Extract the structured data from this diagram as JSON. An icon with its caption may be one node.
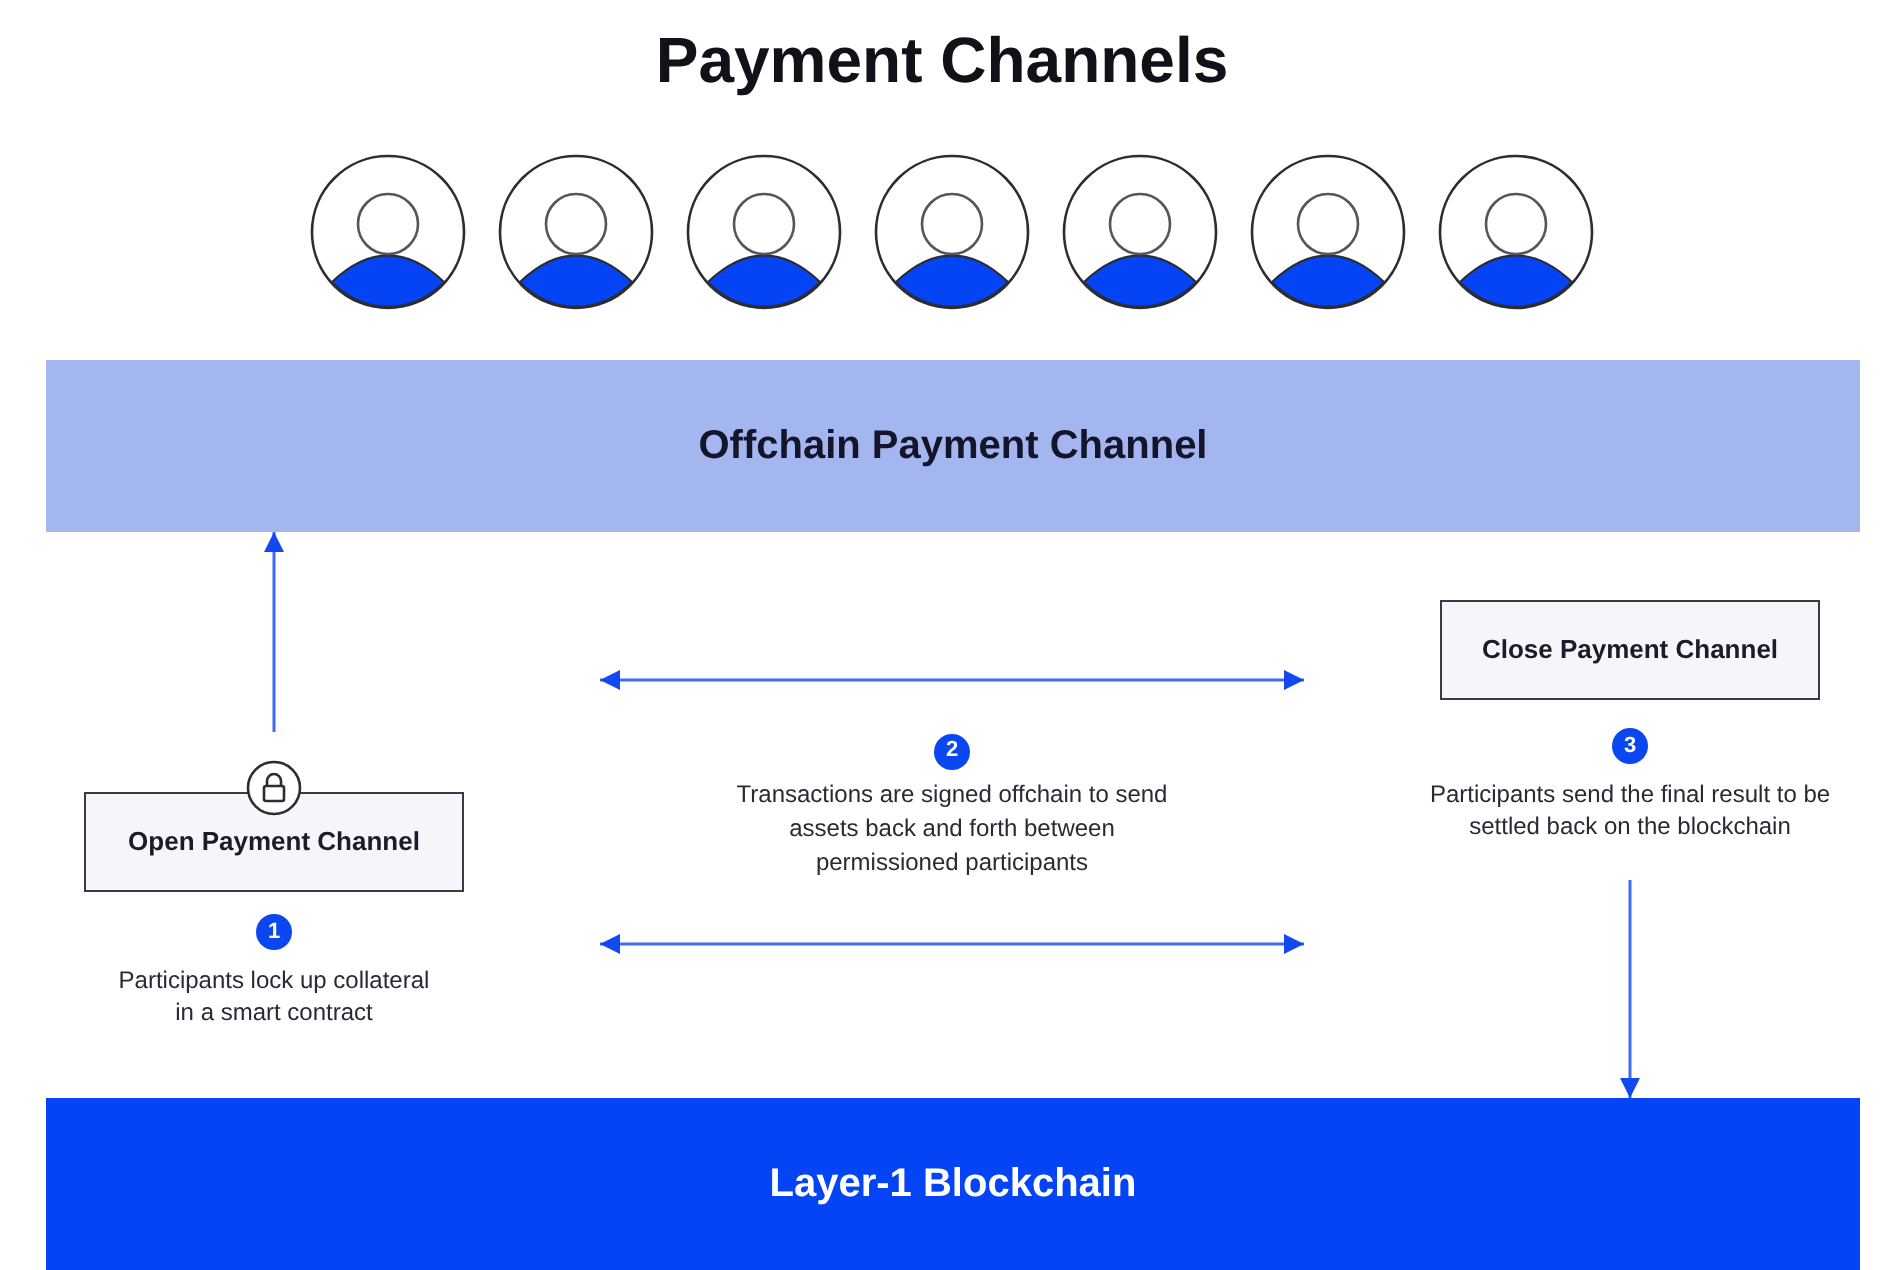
{
  "diagram": {
    "title": "Payment Channels",
    "nodes": [
      {
        "text": [],
        "shape": "person"
      },
      {
        "text": [],
        "shape": "person"
      },
      {
        "text": [],
        "shape": "person"
      },
      {
        "text": [],
        "shape": "person"
      },
      {
        "text": [],
        "shape": "person"
      },
      {
        "text": [],
        "shape": "person"
      },
      {
        "text": [],
        "shape": "person"
      },
      {
        "text": [
          "Offchain Payment Channel"
        ]
      },
      {
        "text": [
          "Open Payment Channel"
        ],
        "beside": [
          "1",
          "Participants lock up collateral in a smart contract"
        ]
      },
      {
        "text": [
          "Close Payment Channel"
        ],
        "beside": [
          "3",
          "Participants send the final result to be settled back on the blockchain"
        ]
      },
      {
        "text": [
          "Layer-1 Blockchain"
        ]
      }
    ],
    "edges": [
      {
        "from": 8,
        "to": 7,
        "arrow": "to"
      },
      {
        "from": 9,
        "to": 10,
        "arrow": "to"
      }
    ],
    "labels": [
      "2",
      "Transactions are signed offchain to send assets back and forth between permissioned participants"
    ]
  }
}
